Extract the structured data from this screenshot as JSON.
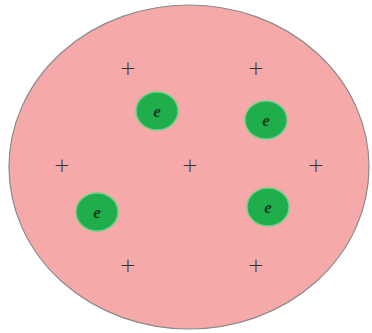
{
  "diagram": {
    "nodes": [
      {
        "text": [
          "+",
          "+",
          "+",
          "+",
          "+",
          "+",
          "+"
        ]
      },
      {
        "text": [
          "e"
        ],
        "in": 0
      },
      {
        "text": [
          "e"
        ],
        "in": 0
      },
      {
        "text": [
          "e"
        ],
        "in": 0
      },
      {
        "text": [
          "e"
        ],
        "in": 0
      }
    ]
  }
}
